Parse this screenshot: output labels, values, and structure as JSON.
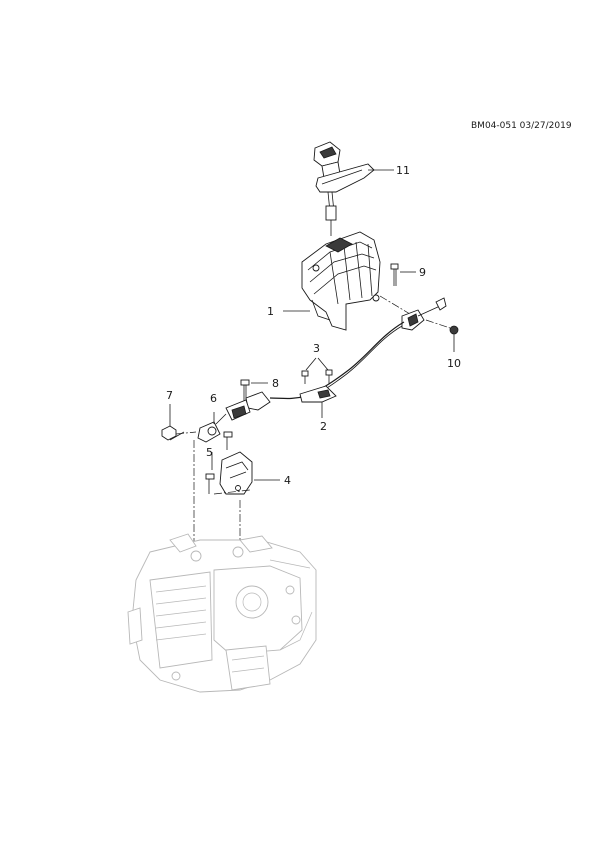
{
  "header": {
    "reference": "BM04-051 03/27/2019"
  },
  "callouts": [
    {
      "id": "1",
      "label": "1"
    },
    {
      "id": "2",
      "label": "2"
    },
    {
      "id": "3",
      "label": "3"
    },
    {
      "id": "4",
      "label": "4"
    },
    {
      "id": "5",
      "label": "5"
    },
    {
      "id": "6",
      "label": "6"
    },
    {
      "id": "7",
      "label": "7"
    },
    {
      "id": "8",
      "label": "8"
    },
    {
      "id": "9",
      "label": "9"
    },
    {
      "id": "10",
      "label": "10"
    },
    {
      "id": "11",
      "label": "11"
    }
  ],
  "colors": {
    "line": "#1a1a1a",
    "ghost": "#b8b8b8"
  }
}
